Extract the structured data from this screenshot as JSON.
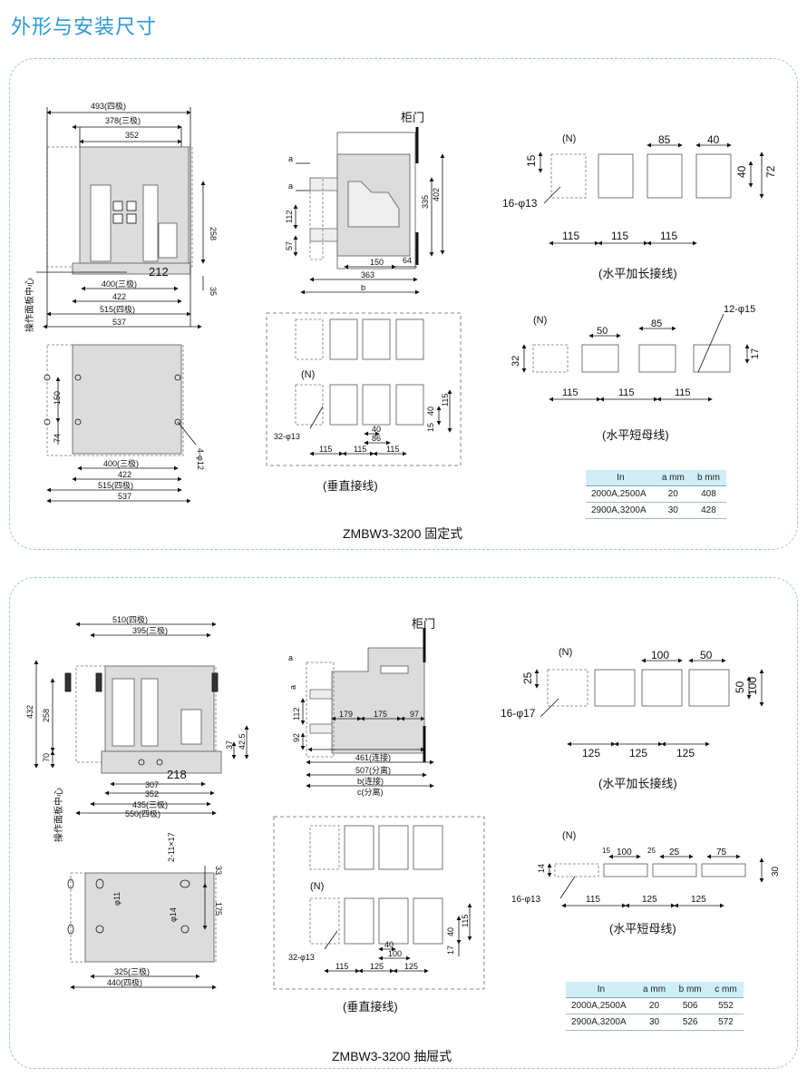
{
  "page_title": "外形与安装尺寸",
  "fixed": {
    "caption": "ZMBW3-3200 固定式",
    "front": {
      "d493": "493(四极)",
      "d378": "378(三极)",
      "d352": "352",
      "d258": "258",
      "d212": "212",
      "d35": "35",
      "d400": "400(三极)",
      "d422": "422",
      "d515": "515(四极)",
      "d537": "537",
      "center": "操作面板中心"
    },
    "mount": {
      "d150": "150",
      "d74": "74",
      "hole": "4-φ12",
      "d400": "400(三极)",
      "d422": "422",
      "d515": "515(四极)",
      "d537": "537"
    },
    "side": {
      "door": "柜门",
      "a1": "a",
      "a2": "a",
      "d112": "112",
      "d57": "57",
      "d335": "335",
      "d402": "402",
      "d150": "150",
      "d64": "64",
      "d363": "363",
      "b": "b"
    },
    "vertical": {
      "n": "(N)",
      "holes": "32-φ13",
      "d40a": "40",
      "d15": "15",
      "d115a": "115",
      "d40b": "40",
      "d86": "86",
      "d115b": "115",
      "d115c": "115",
      "d115d": "115",
      "caption": "(垂直接线)"
    },
    "horiz_long": {
      "n": "(N)",
      "d85": "85",
      "d40": "40",
      "d15": "15",
      "d40b": "40",
      "d72": "72",
      "holes": "16-φ13",
      "d115a": "115",
      "d115b": "115",
      "d115c": "115",
      "caption": "(水平加长接线)"
    },
    "horiz_short": {
      "n": "(N)",
      "d50": "50",
      "d85": "85",
      "holes": "12-φ15",
      "d32": "32",
      "d17": "17",
      "d115a": "115",
      "d115b": "115",
      "d115c": "115",
      "caption": "(水平短母线)"
    },
    "table": {
      "headers": [
        "In",
        "a mm",
        "b mm"
      ],
      "rows": [
        [
          "2000A,2500A",
          "20",
          "408"
        ],
        [
          "2900A,3200A",
          "30",
          "428"
        ]
      ]
    }
  },
  "drawout": {
    "caption": "ZMBW3-3200 抽屉式",
    "front": {
      "d510": "510(四极)",
      "d395": "395(三极)",
      "d432": "432",
      "d258": "258",
      "d70": "70",
      "d37": "37",
      "d425": "42.5",
      "d218": "218",
      "d307": "307",
      "d352": "352",
      "d435": "435(三极)",
      "d550": "550(四极)",
      "center": "操作面板中心"
    },
    "mount": {
      "slot": "2-11×17",
      "d33": "33",
      "d175": "175",
      "phi11": "φ11",
      "phi14": "φ14",
      "d325": "325(三极)",
      "d440": "440(四极)"
    },
    "side": {
      "door": "柜门",
      "a1": "a",
      "a2": "a",
      "d112": "112",
      "d92": "92",
      "d179": "179",
      "d175": "175",
      "d97": "97",
      "d461": "461(连接)",
      "d507": "507(分离)",
      "b": "b(连接)",
      "c": "c(分离)"
    },
    "vertical": {
      "n": "(N)",
      "holes": "32-φ13",
      "d40": "40",
      "d115v": "115",
      "d17": "17",
      "d40b": "40",
      "d100": "100",
      "d115a": "115",
      "d125a": "125",
      "d125b": "125",
      "caption": "(垂直接线)"
    },
    "horiz_long": {
      "n": "(N)",
      "d100": "100",
      "d50": "50",
      "d25": "25",
      "d50b": "50",
      "d100b": "100",
      "holes": "16-φ17",
      "d125a": "125",
      "d125b": "125",
      "d125c": "125",
      "caption": "(水平加长接线)"
    },
    "horiz_short": {
      "n": "(N)",
      "d15": "15",
      "d100": "100",
      "d25a": "25",
      "d25b": "25",
      "d75": "75",
      "d14": "14",
      "d30": "30",
      "holes": "16-φ13",
      "d115": "115",
      "d125a": "125",
      "d125b": "125",
      "caption": "(水平短母线)"
    },
    "table": {
      "headers": [
        "In",
        "a mm",
        "b mm",
        "c mm"
      ],
      "rows": [
        [
          "2000A,2500A",
          "20",
          "506",
          "552"
        ],
        [
          "2900A,3200A",
          "30",
          "526",
          "572"
        ]
      ]
    }
  },
  "colors": {
    "accent": "#2a9ad8",
    "panel_border": "#9cc6e6",
    "body_gray": "#dcdcdc",
    "table_header": "#cfeef7"
  }
}
